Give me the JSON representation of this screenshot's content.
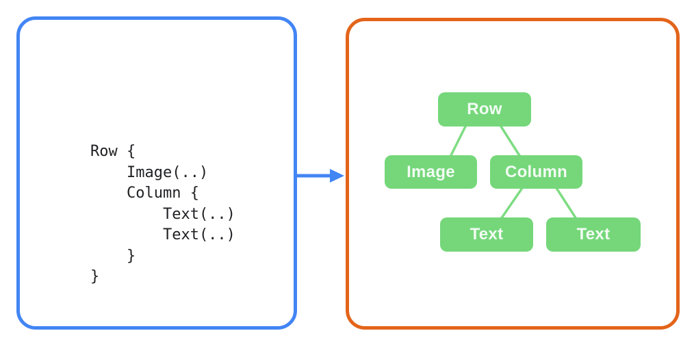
{
  "colors": {
    "background": "#FFFFFF",
    "code_panel_border": "#4285F4",
    "arrow": "#4285F4",
    "tree_panel_border": "#E3641A",
    "node_fill": "#75D77A",
    "connector_line": "#7EDC82",
    "node_text": "#F2FBF3",
    "code_text": "#202124"
  },
  "code_panel": {
    "lines": [
      "Row {",
      "    Image(..)",
      "    Column {",
      "        Text(..)",
      "        Text(..)",
      "    }",
      "}"
    ]
  },
  "tree_panel": {
    "nodes": {
      "row": "Row",
      "image": "Image",
      "column": "Column",
      "text_left": "Text",
      "text_right": "Text"
    }
  }
}
